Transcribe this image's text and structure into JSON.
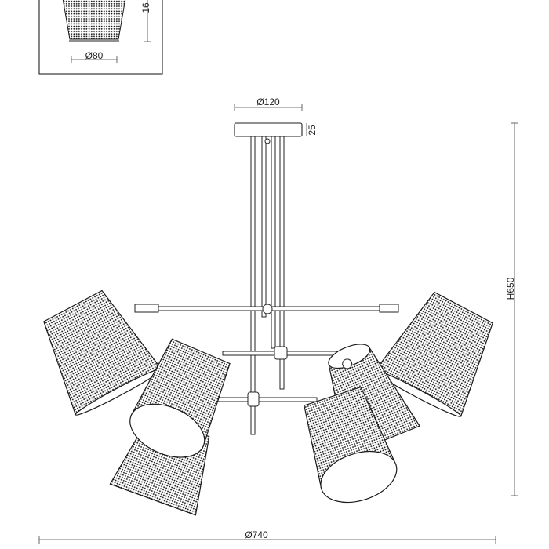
{
  "drawing": {
    "inset": {
      "width_label": "Ø80",
      "height_label": "16"
    },
    "canopy": {
      "width_label": "Ø120",
      "height_label": "25"
    },
    "overall": {
      "height_label": "H650",
      "width_label": "Ø740"
    },
    "colors": {
      "line": "#222222",
      "background": "#ffffff"
    }
  }
}
